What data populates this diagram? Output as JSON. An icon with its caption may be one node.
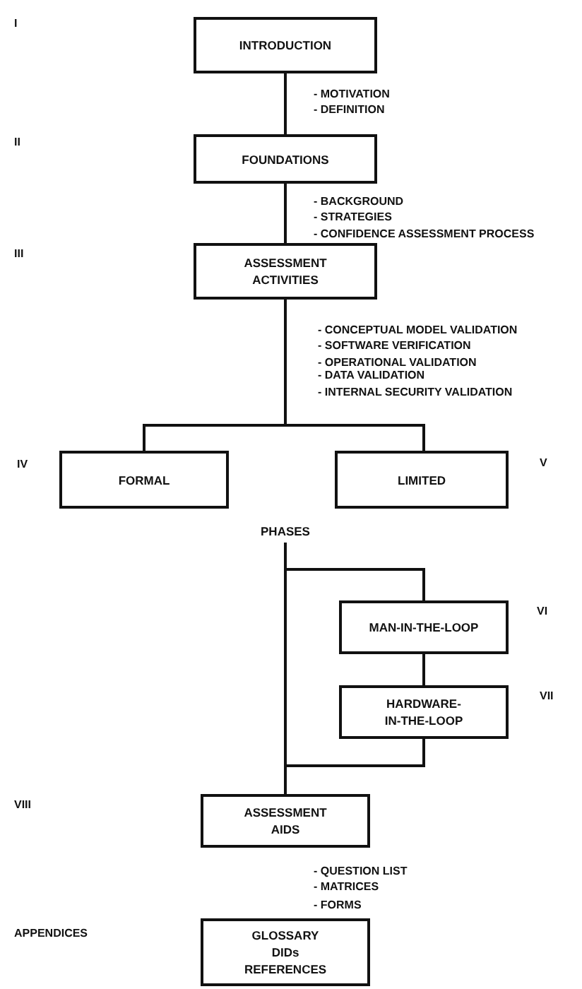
{
  "diagram": {
    "nodes": [
      {
        "text": [
          "INTRODUCTION"
        ]
      },
      {
        "text": [
          "FOUNDATIONS"
        ]
      },
      {
        "text": [
          "ASSESSMENT ACTIVITIES"
        ]
      },
      {
        "text": [
          "FORMAL"
        ]
      },
      {
        "text": [
          "LIMITED"
        ]
      },
      {
        "text": [
          "PHASES"
        ]
      },
      {
        "text": [
          "MAN-IN-THE-LOOP"
        ]
      },
      {
        "text": [
          "HARDWARE- IN-THE-LOOP"
        ]
      },
      {
        "text": [
          "ASSESSMENT AIDS"
        ]
      },
      {
        "text": [
          "GLOSSARY",
          "DIDs",
          "REFERENCES"
        ]
      }
    ],
    "edges": [
      {
        "from": 0,
        "to": 1,
        "arrow": "none"
      },
      {
        "from": 1,
        "to": 2,
        "arrow": "none"
      },
      {
        "from": 2,
        "to": 3,
        "arrow": "none"
      },
      {
        "from": 2,
        "to": 4,
        "arrow": "none"
      },
      {
        "from": 5,
        "to": 8,
        "arrow": "none"
      },
      {
        "from": 5,
        "to": 6,
        "arrow": "none"
      },
      {
        "from": 6,
        "to": 7,
        "arrow": "none"
      },
      {
        "from": 7,
        "to": 8,
        "arrow": "none"
      }
    ],
    "labels": [
      "I",
      "- MOTIVATION",
      "- DEFINITION",
      "II",
      "- BACKGROUND",
      "- STRATEGIES",
      "- CONFIDENCE ASSESSMENT PROCESS",
      "III",
      "- CONCEPTUAL MODEL VALIDATION",
      "- SOFTWARE VERIFICATION",
      "- OPERATIONAL VALIDATION",
      "- DATA VALIDATION",
      "- INTERNAL SECURITY VALIDATION",
      "IV",
      "V",
      "VI",
      "VII",
      "VIII",
      "- QUESTION LIST",
      "- MATRICES",
      "- FORMS",
      "APPENDICES"
    ]
  }
}
